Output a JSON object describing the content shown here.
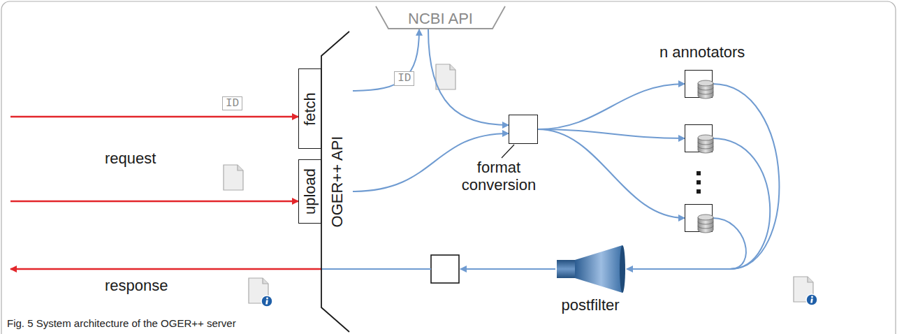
{
  "diagram": {
    "caption": "Fig. 5 System architecture of the OGER++ server",
    "nodes": [
      {
        "text": [
          "OGER++ API"
        ]
      },
      {
        "text": [
          "fetch"
        ]
      },
      {
        "text": [
          "upload"
        ]
      },
      {
        "text": [
          "NCBI API"
        ]
      },
      {
        "text": [
          "format conversion"
        ]
      },
      {
        "text": [
          "n annotators"
        ]
      },
      {
        "text": [
          "postfilter"
        ]
      }
    ],
    "edges": [
      {
        "from": 1,
        "to": 3,
        "label": "ID",
        "arrow": "to"
      },
      {
        "from": 3,
        "to": 4,
        "arrow": "to"
      },
      {
        "from": 2,
        "to": 4,
        "arrow": "to"
      },
      {
        "from": 4,
        "to": 5,
        "arrow": "to"
      },
      {
        "from": 5,
        "to": 6,
        "arrow": "to"
      },
      {
        "from": 6,
        "to": 0,
        "arrow": "to"
      }
    ],
    "labels": [
      "request",
      "ID",
      "response"
    ]
  }
}
